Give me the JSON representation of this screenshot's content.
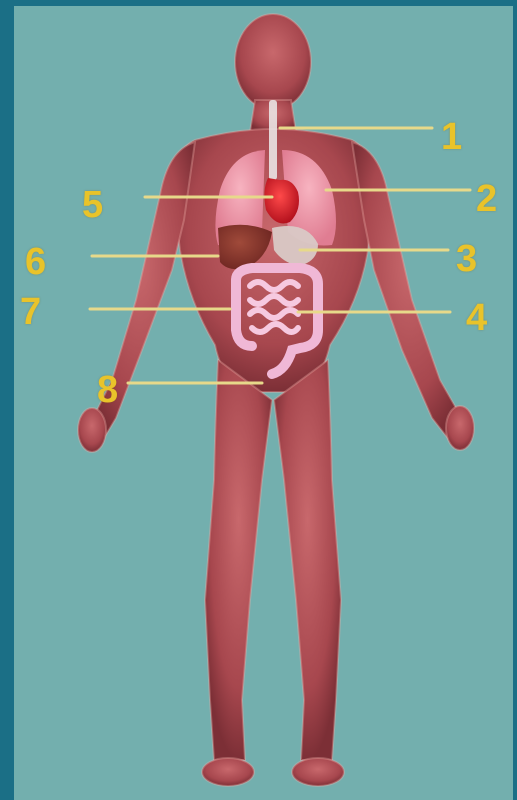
{
  "diagram": {
    "labels": [
      {
        "id": "1",
        "text": "1"
      },
      {
        "id": "2",
        "text": "2"
      },
      {
        "id": "3",
        "text": "3"
      },
      {
        "id": "4",
        "text": "4"
      },
      {
        "id": "5",
        "text": "5"
      },
      {
        "id": "6",
        "text": "6"
      },
      {
        "id": "7",
        "text": "7"
      },
      {
        "id": "8",
        "text": "8"
      }
    ]
  },
  "colors": {
    "frame": "#1b6f86",
    "background": "#73afae",
    "body": "#b85a5e",
    "label": "#e9c32a",
    "leader_line": "#e7d98a"
  }
}
